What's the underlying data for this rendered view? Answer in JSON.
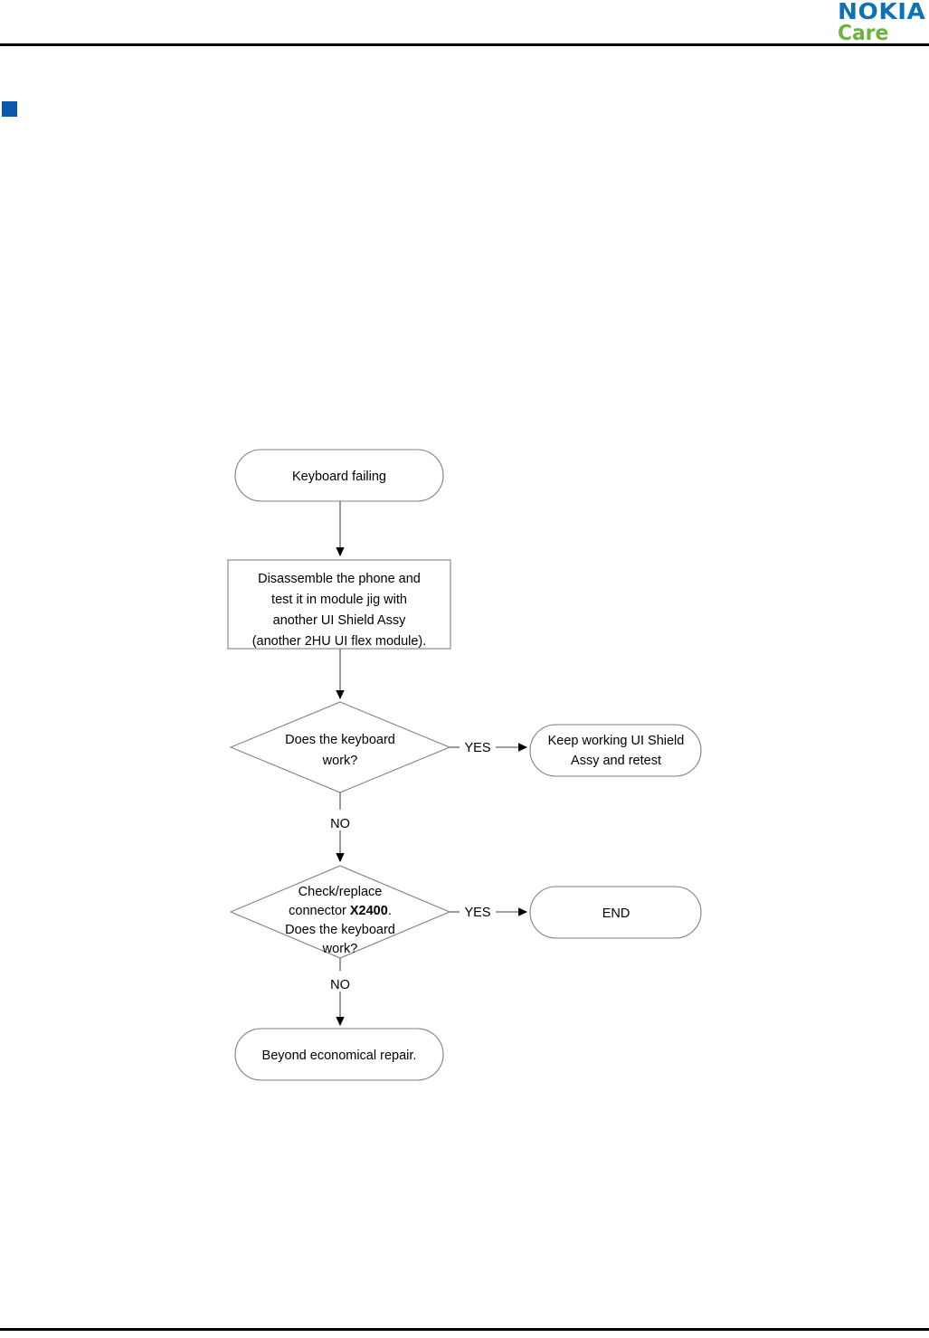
{
  "document": {
    "brand": {
      "name_top": "NOKIA",
      "name_bottom": "Care",
      "color_top": "#0e72b5",
      "color_bottom": "#6cb33f"
    },
    "section_marker_color": "#0b57ad",
    "section_heading": ""
  },
  "flowchart": {
    "title": "Keyboard failing troubleshooting flow",
    "nodes": {
      "start": {
        "shape": "terminator",
        "lines": [
          "Keyboard failing"
        ]
      },
      "process_disassemble": {
        "shape": "process",
        "lines": [
          "Disassemble the phone and",
          "test it in module jig with",
          "another UI Shield Assy",
          "(another 2HU UI flex module)."
        ]
      },
      "decision_keyboard_work": {
        "shape": "decision",
        "lines": [
          "Does the keyboard",
          "work?"
        ]
      },
      "result_keep_shield": {
        "shape": "terminator",
        "lines": [
          "Keep working UI Shield",
          "Assy and retest"
        ]
      },
      "decision_connector_x2400": {
        "shape": "decision",
        "lines_rich": [
          {
            "text": "Check/replace",
            "bold": false
          },
          {
            "segments": [
              {
                "text": "connector ",
                "bold": false
              },
              {
                "text": "X2400",
                "bold": true
              },
              {
                "text": ".",
                "bold": false
              }
            ]
          },
          {
            "text": "Does the keyboard",
            "bold": false
          },
          {
            "text": "work?",
            "bold": false
          }
        ],
        "plain_lines": [
          "Check/replace",
          "connector X2400.",
          "Does the keyboard",
          "work?"
        ]
      },
      "result_end": {
        "shape": "terminator",
        "lines": [
          "END"
        ]
      },
      "result_beyond_repair": {
        "shape": "terminator",
        "lines": [
          "Beyond economical repair."
        ]
      }
    },
    "edge_labels": {
      "yes_1": "YES",
      "no_1": "NO",
      "yes_2": "YES",
      "no_2": "NO"
    }
  }
}
